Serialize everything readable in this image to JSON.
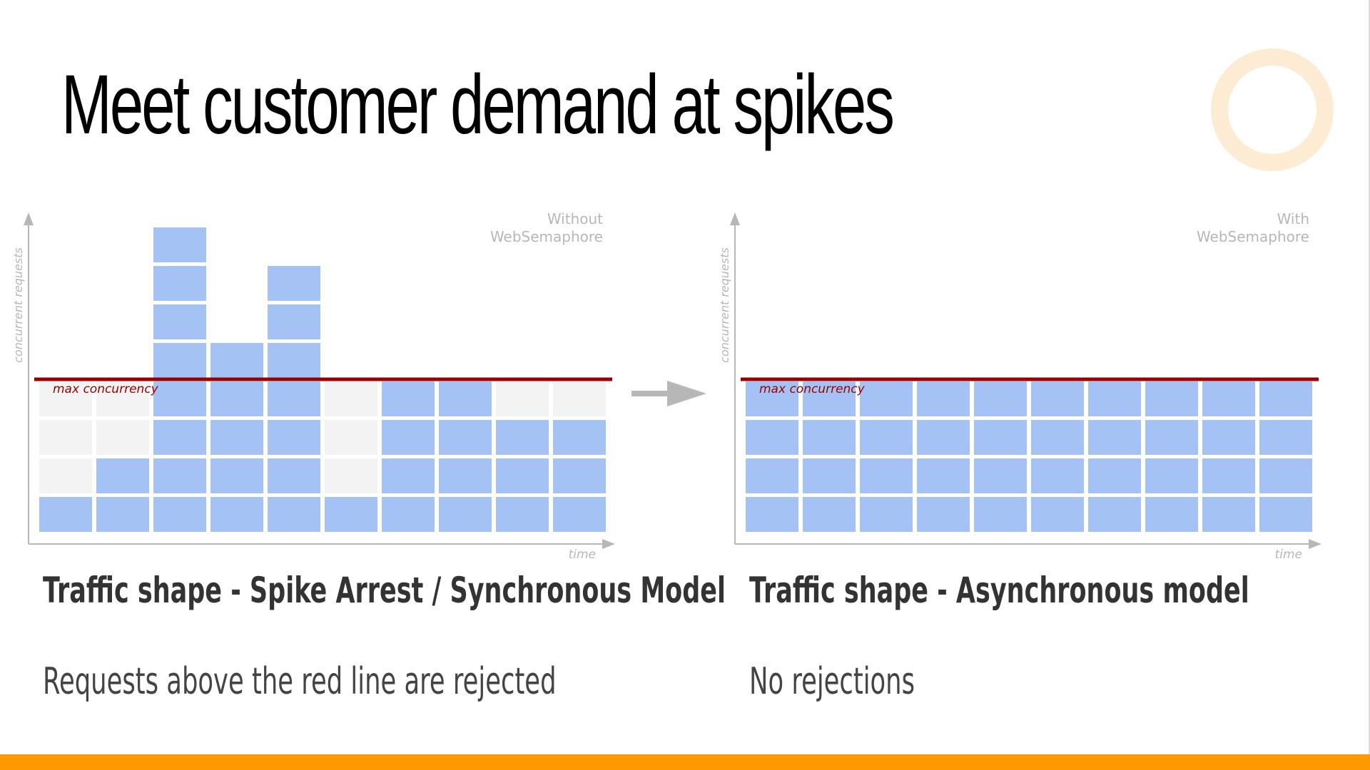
{
  "slide": {
    "title": "Meet customer demand at spikes",
    "colors": {
      "accent_bar": "#ff9900",
      "ring": "#fdebd3",
      "block_fill": "#a4c2f4",
      "empty_fill": "#f3f3f3",
      "limit_line": "#990000",
      "axis": "#b7b7b7",
      "arrow": "#b7b7b7"
    }
  },
  "arrow_icon": "right-arrow-icon",
  "diagrams": [
    {
      "id": "left",
      "corner_label": [
        "Without",
        "WebSemaphore"
      ],
      "y_axis_label": "concurrent requests",
      "x_axis_label": "time",
      "limit_label": "max concurrency",
      "max_concurrency": 4,
      "columns": [
        {
          "served": 1,
          "capacity_cells": 4
        },
        {
          "served": 2,
          "capacity_cells": 4
        },
        {
          "served": 8,
          "capacity_cells": 4
        },
        {
          "served": 5,
          "capacity_cells": 4
        },
        {
          "served": 7,
          "capacity_cells": 4
        },
        {
          "served": 1,
          "capacity_cells": 4
        },
        {
          "served": 4,
          "capacity_cells": 4
        },
        {
          "served": 4,
          "capacity_cells": 4
        },
        {
          "served": 3,
          "capacity_cells": 4
        },
        {
          "served": 3,
          "capacity_cells": 4
        }
      ],
      "heading": "Traffic shape - Spike Arrest / Synchronous Model",
      "subtext": "Requests above the red line are rejected"
    },
    {
      "id": "right",
      "corner_label": [
        "With",
        "WebSemaphore"
      ],
      "y_axis_label": "concurrent requests",
      "x_axis_label": "time",
      "limit_label": "max concurrency",
      "max_concurrency": 4,
      "columns": [
        {
          "served": 4,
          "capacity_cells": 4
        },
        {
          "served": 4,
          "capacity_cells": 4
        },
        {
          "served": 4,
          "capacity_cells": 4
        },
        {
          "served": 4,
          "capacity_cells": 4
        },
        {
          "served": 4,
          "capacity_cells": 4
        },
        {
          "served": 4,
          "capacity_cells": 4
        },
        {
          "served": 4,
          "capacity_cells": 4
        },
        {
          "served": 4,
          "capacity_cells": 4
        },
        {
          "served": 4,
          "capacity_cells": 4
        },
        {
          "served": 4,
          "capacity_cells": 4
        }
      ],
      "heading": "Traffic shape - Asynchronous model",
      "subtext": "No rejections"
    }
  ]
}
